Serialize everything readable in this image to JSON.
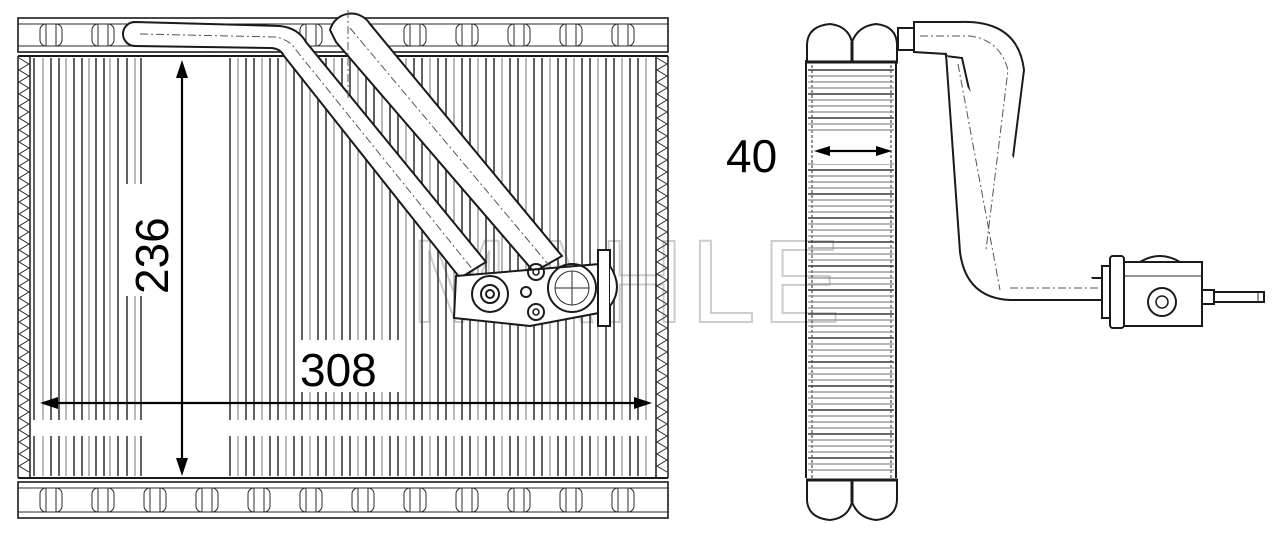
{
  "diagram": {
    "subject": "Air conditioning evaporator (front view and side view)",
    "watermark": "MAHLE",
    "dimensions": {
      "width": {
        "label": "308",
        "orientation": "horizontal"
      },
      "height": {
        "label": "236",
        "orientation": "vertical"
      },
      "depth": {
        "label": "40",
        "orientation": "horizontal"
      }
    },
    "views": [
      {
        "name": "front-view",
        "components": [
          "top-header-tank",
          "bottom-header-tank",
          "fin-core",
          "side-plates",
          "inlet-pipe",
          "outlet-pipe",
          "expansion-valve-block"
        ]
      },
      {
        "name": "side-view",
        "components": [
          "header-tank-top",
          "header-tank-bottom",
          "core-stack",
          "return-pipe",
          "pipe-flange",
          "valve-body",
          "connector-pin"
        ]
      }
    ],
    "colors": {
      "line": "#1a1a1a",
      "background": "#ffffff",
      "watermark": "#c8c8c8"
    }
  },
  "fins": {
    "front_left_x": [
      34,
      43,
      51,
      59,
      66,
      74,
      82,
      89,
      96,
      104,
      110,
      118,
      127,
      135,
      141
    ],
    "front_right_x": [
      230,
      238,
      246,
      254,
      262,
      270,
      278,
      286,
      294,
      302,
      310,
      318,
      326,
      334,
      342,
      350,
      358,
      366,
      374,
      382,
      390,
      398,
      406,
      414,
      422,
      430,
      438,
      446,
      454,
      462,
      470,
      478,
      486,
      494,
      502,
      510,
      518,
      526,
      534,
      542,
      550,
      558,
      566,
      574,
      582,
      590,
      598,
      606,
      614,
      622,
      630,
      638,
      646
    ],
    "side_y": [
      70,
      76,
      82,
      88,
      94,
      100,
      106,
      112,
      118,
      124,
      130,
      164,
      170,
      176,
      182,
      188,
      194,
      200,
      206,
      212,
      218,
      224,
      230,
      236,
      242,
      248,
      254,
      260,
      266,
      272,
      278,
      284,
      290,
      296,
      302,
      308,
      314,
      320,
      326,
      332,
      338,
      344,
      350,
      356,
      362,
      368,
      374,
      380,
      386,
      392,
      398,
      404,
      410,
      416,
      422,
      428,
      434,
      440,
      446,
      452,
      458,
      464,
      470
    ]
  }
}
